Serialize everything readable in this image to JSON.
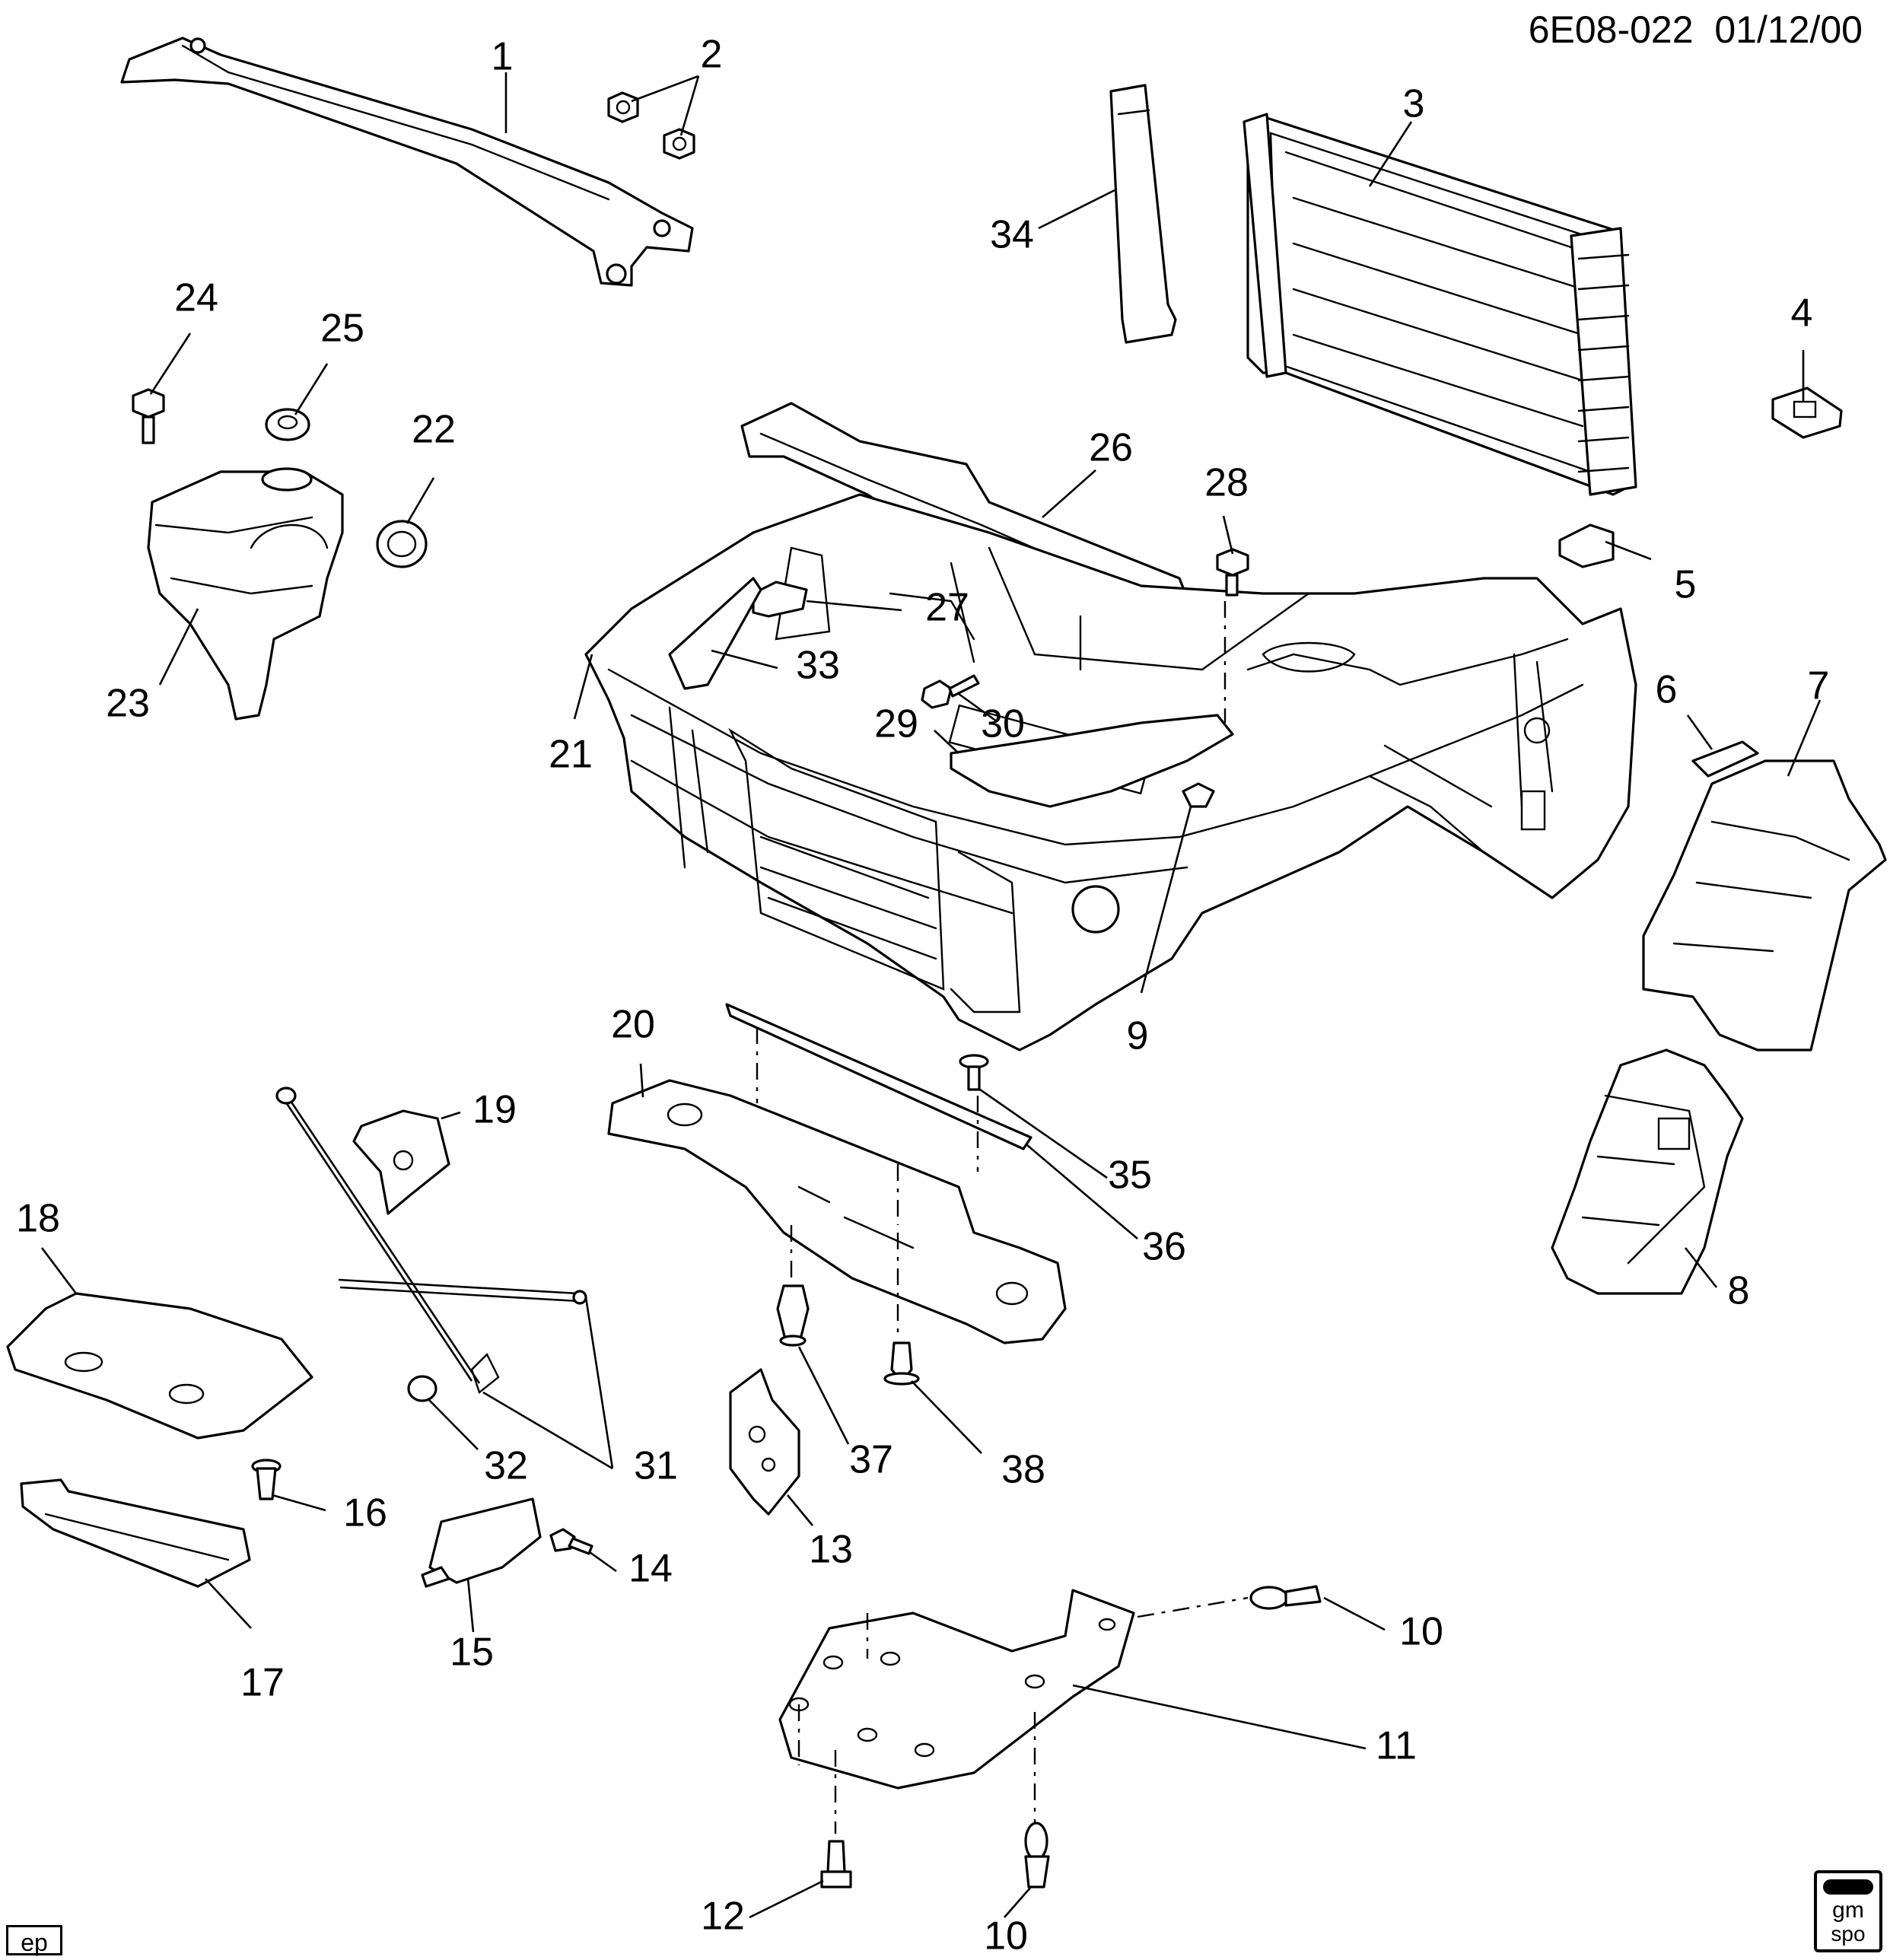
{
  "header": {
    "drawing_number": "6E08-022",
    "date": "01/12/00"
  },
  "footer": {
    "illustrator_tag": "ep",
    "logo_line1": "gm",
    "logo_line2": "spo"
  },
  "callouts": [
    {
      "id": "1",
      "label": "1"
    },
    {
      "id": "2",
      "label": "2"
    },
    {
      "id": "3",
      "label": "3"
    },
    {
      "id": "4",
      "label": "4"
    },
    {
      "id": "5",
      "label": "5"
    },
    {
      "id": "6",
      "label": "6"
    },
    {
      "id": "7",
      "label": "7"
    },
    {
      "id": "8",
      "label": "8"
    },
    {
      "id": "9",
      "label": "9"
    },
    {
      "id": "10a",
      "label": "10"
    },
    {
      "id": "10b",
      "label": "10"
    },
    {
      "id": "11",
      "label": "11"
    },
    {
      "id": "12",
      "label": "12"
    },
    {
      "id": "13",
      "label": "13"
    },
    {
      "id": "14",
      "label": "14"
    },
    {
      "id": "15",
      "label": "15"
    },
    {
      "id": "16",
      "label": "16"
    },
    {
      "id": "17",
      "label": "17"
    },
    {
      "id": "18",
      "label": "18"
    },
    {
      "id": "19",
      "label": "19"
    },
    {
      "id": "20",
      "label": "20"
    },
    {
      "id": "21",
      "label": "21"
    },
    {
      "id": "22",
      "label": "22"
    },
    {
      "id": "23",
      "label": "23"
    },
    {
      "id": "24",
      "label": "24"
    },
    {
      "id": "25",
      "label": "25"
    },
    {
      "id": "26",
      "label": "26"
    },
    {
      "id": "27",
      "label": "27"
    },
    {
      "id": "28",
      "label": "28"
    },
    {
      "id": "29",
      "label": "29"
    },
    {
      "id": "30",
      "label": "30"
    },
    {
      "id": "31",
      "label": "31"
    },
    {
      "id": "32",
      "label": "32"
    },
    {
      "id": "33",
      "label": "33"
    },
    {
      "id": "34",
      "label": "34"
    },
    {
      "id": "35",
      "label": "35"
    },
    {
      "id": "36",
      "label": "36"
    },
    {
      "id": "37",
      "label": "37"
    },
    {
      "id": "38",
      "label": "38"
    }
  ]
}
